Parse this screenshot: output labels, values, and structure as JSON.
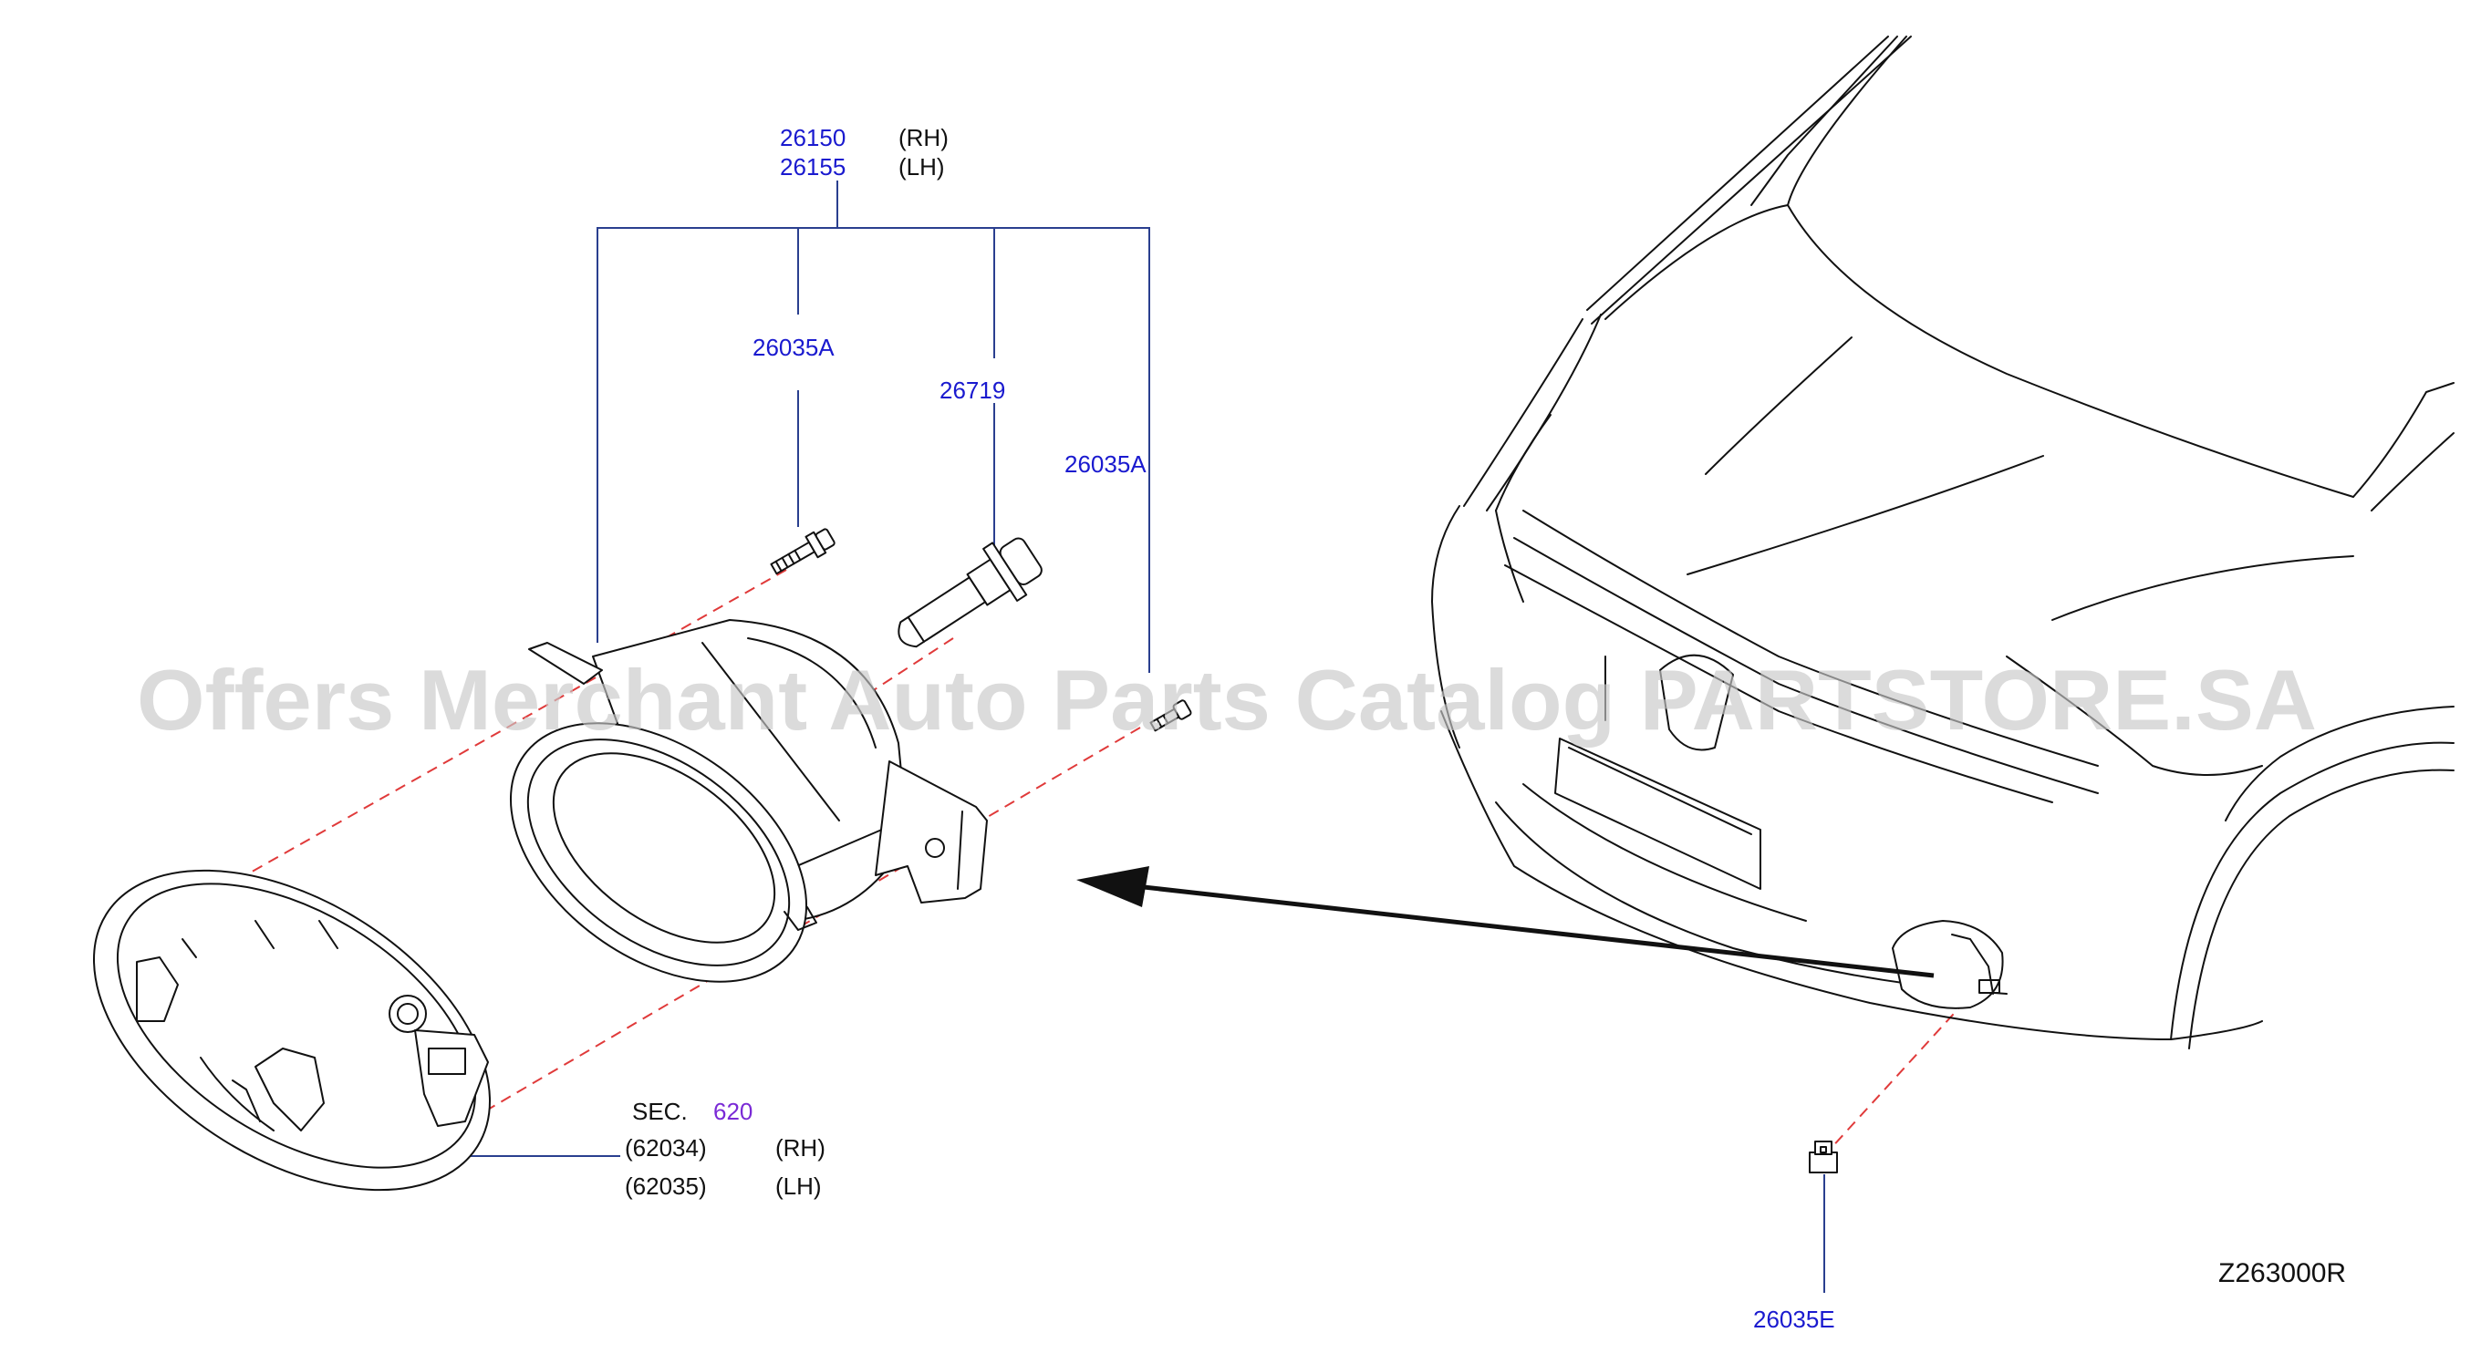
{
  "labels": {
    "assembly_rh_code": "26150",
    "assembly_rh_side": "(RH)",
    "assembly_lh_code": "26155",
    "assembly_lh_side": "(LH)",
    "screw_left": "26035A",
    "bulb": "26719",
    "screw_right": "26035A",
    "sec_prefix": "SEC.",
    "sec_number": "620",
    "bezel_rh_code": "(62034)",
    "bezel_rh_side": "(RH)",
    "bezel_lh_code": "(62035)",
    "bezel_lh_side": "(LH)",
    "clip": "26035E",
    "diagram_code": "Z263000R"
  },
  "watermark": "Offers Merchant Auto Parts Catalog PARTSTORE.SA",
  "colors": {
    "part_number": "#1a1acf",
    "section_ref": "#7a2ad6",
    "leader": "#2a3f8f",
    "dashed_guide": "#e03a3a",
    "ink": "#111111",
    "watermark": "#c8c8c8"
  }
}
